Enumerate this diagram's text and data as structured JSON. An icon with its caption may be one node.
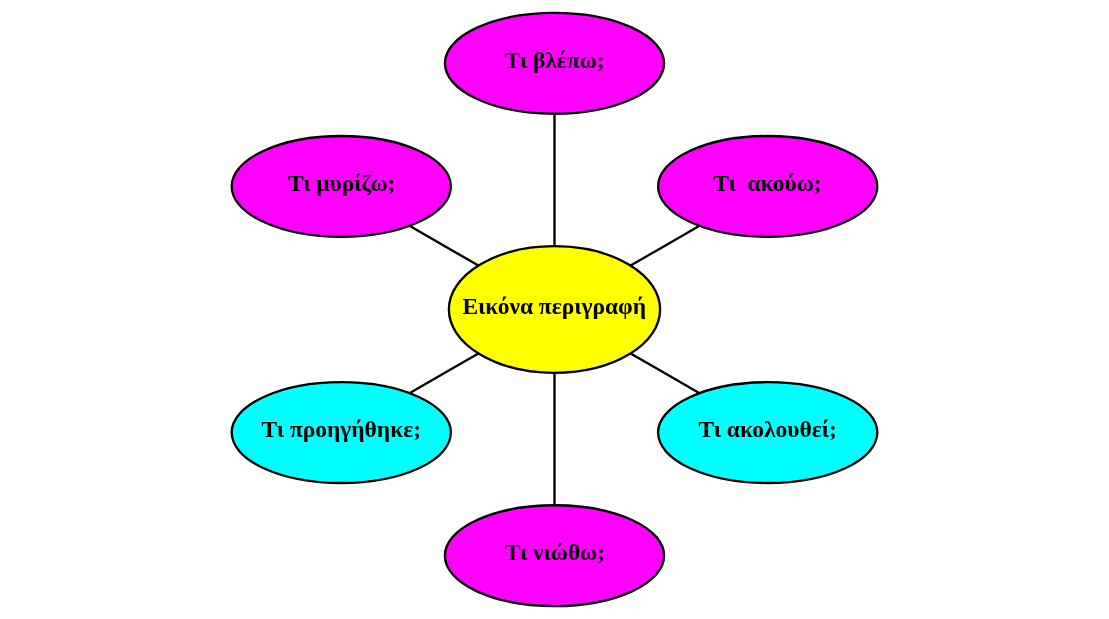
{
  "diagram": {
    "nodes": [
      {
        "text": [
          "Τι  ακούω;"
        ]
      },
      {
        "text": [
          "Τι βλέπω;"
        ]
      },
      {
        "text": [
          "Εικόνα περιγραφή"
        ]
      },
      {
        "text": [
          "Τι μυρίζω;"
        ]
      },
      {
        "text": [
          "Τι προηγήθηκε;"
        ]
      },
      {
        "text": [
          "Τι νιώθω;"
        ]
      },
      {
        "text": [
          "Τι ακολουθεί;"
        ]
      }
    ],
    "edges": [
      {
        "from": 2,
        "to": 0,
        "arrow": "none"
      },
      {
        "from": 2,
        "to": 1,
        "arrow": "none"
      },
      {
        "from": 2,
        "to": 3,
        "arrow": "none"
      },
      {
        "from": 2,
        "to": 4,
        "arrow": "none"
      },
      {
        "from": 2,
        "to": 5,
        "arrow": "none"
      },
      {
        "from": 2,
        "to": 6,
        "arrow": "none"
      }
    ]
  }
}
